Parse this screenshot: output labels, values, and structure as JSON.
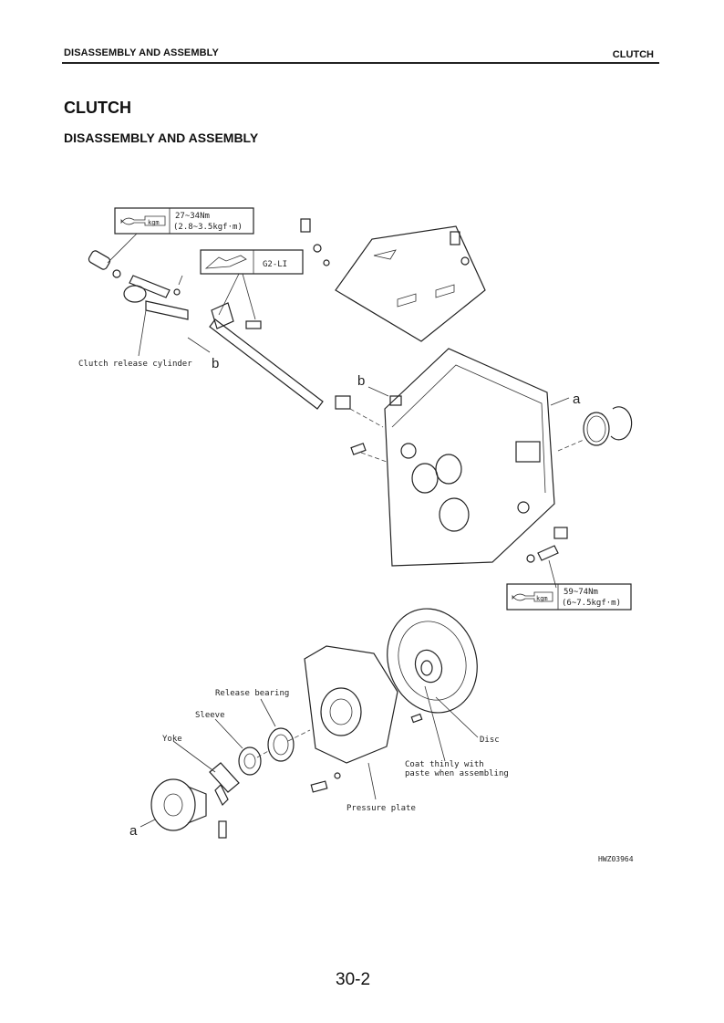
{
  "header": {
    "section": "DISASSEMBLY AND ASSEMBLY",
    "chapter": "CLUTCH"
  },
  "title": "CLUTCH",
  "subtitle": "DISASSEMBLY AND ASSEMBLY",
  "figure": {
    "torque_box_1": {
      "icon_text": "kgm",
      "line1": "27~34Nm",
      "line2": "(2.8~3.5kgf·m)"
    },
    "lube_box": {
      "text": "G2-LI"
    },
    "torque_box_2": {
      "icon_text": "kgm",
      "line1": "59~74Nm",
      "line2": "(6~7.5kgf·m)"
    },
    "labels": {
      "release_cylinder": "Clutch release cylinder",
      "b_left": "b",
      "b_housing": "b",
      "a_housing": "a",
      "a_yoke": "a",
      "release_bearing": "Release bearing",
      "sleeve": "Sleeve",
      "yoke": "Yoke",
      "disc": "Disc",
      "coat_line1": "Coat thinly with",
      "coat_line2": "paste when assembling",
      "pressure_plate": "Pressure plate",
      "figure_code": "HWZ03964"
    }
  },
  "page_number": "30-2"
}
